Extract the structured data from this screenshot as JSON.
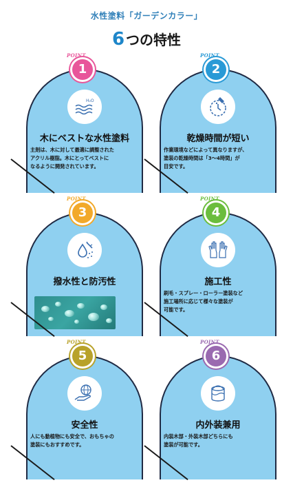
{
  "header": {
    "subtitle": "水性塗料「ガーデンカラー」",
    "title_number": "6",
    "title_rest": "つの特性"
  },
  "badge_prefix": "POINT",
  "colors": {
    "dome": "#8fd0f0",
    "point1": "#e8569a",
    "point2": "#2a9ad6",
    "point3": "#f2a92a",
    "point4": "#6bbd3d",
    "point5": "#b8a22a",
    "point6": "#9a6ab0"
  },
  "points": [
    {
      "number": "1",
      "icon": "water-h2o-icon",
      "heading": "木にベストな水性塗料",
      "desc_lines": [
        "主剤は、木に対して最適に調整された",
        "アクリル樹脂。木にとってベストに",
        "なるように開発されています。"
      ]
    },
    {
      "number": "2",
      "icon": "drying-clock-icon",
      "heading": "乾燥時間が短い",
      "desc_lines": [
        "作業環境などによって異なりますが、",
        "塗装の乾燥時間は「3〜4時間」が",
        "目安です。"
      ]
    },
    {
      "number": "3",
      "icon": "water-repellent-icon",
      "heading": "撥水性と防汚性",
      "desc_lines": []
    },
    {
      "number": "4",
      "icon": "gloves-icon",
      "heading": "施工性",
      "desc_lines": [
        "刷毛・スプレー・ローラー塗装など",
        "施工場所に応じて様々な塗装が",
        "可能です。"
      ]
    },
    {
      "number": "5",
      "icon": "globe-hand-icon",
      "heading": "安全性",
      "desc_lines": [
        "人にも動植物にも安全で、おもちゃの",
        "塗装にもおすすめです。"
      ]
    },
    {
      "number": "6",
      "icon": "paint-can-icon",
      "heading": "内外装兼用",
      "desc_lines": [
        "内装木部・外装木部どちらにも",
        "塗装が可能です。"
      ]
    }
  ]
}
